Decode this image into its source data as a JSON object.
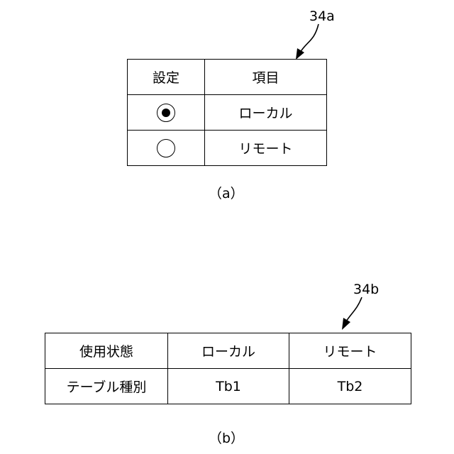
{
  "figure_a": {
    "reference": "34a",
    "caption": "（a）",
    "headers": {
      "setting": "設定",
      "item": "項目"
    },
    "rows": [
      {
        "selected": true,
        "item": "ローカル"
      },
      {
        "selected": false,
        "item": "リモート"
      }
    ]
  },
  "figure_b": {
    "reference": "34b",
    "caption": "（b）",
    "row_headers": {
      "usage_state": "使用状態",
      "table_type": "テーブル種別"
    },
    "columns": [
      {
        "usage_state": "ローカル",
        "table_type": "Tb1"
      },
      {
        "usage_state": "リモート",
        "table_type": "Tb2"
      }
    ]
  }
}
